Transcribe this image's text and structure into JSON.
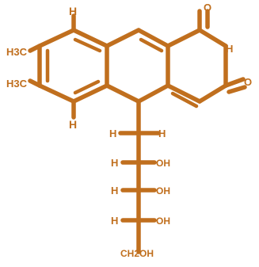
{
  "colors": {
    "molecule": "#c06f1e",
    "background": "#ffffff"
  },
  "atoms": {
    "h_top_left": "H",
    "o_top": "O",
    "h3c_upper": "H3C",
    "h3c_lower": "H3C",
    "h_imide": "H",
    "o_right": "O",
    "h_lower_ring": "H",
    "chain_h_left_1": "H",
    "chain_h_right_1": "H",
    "chain_h_2": "H",
    "chain_oh_2": "OH",
    "chain_h_3": "H",
    "chain_oh_3": "OH",
    "chain_h_4": "H",
    "chain_oh_4": "OH",
    "chain_ch2oh": "CH2OH"
  }
}
